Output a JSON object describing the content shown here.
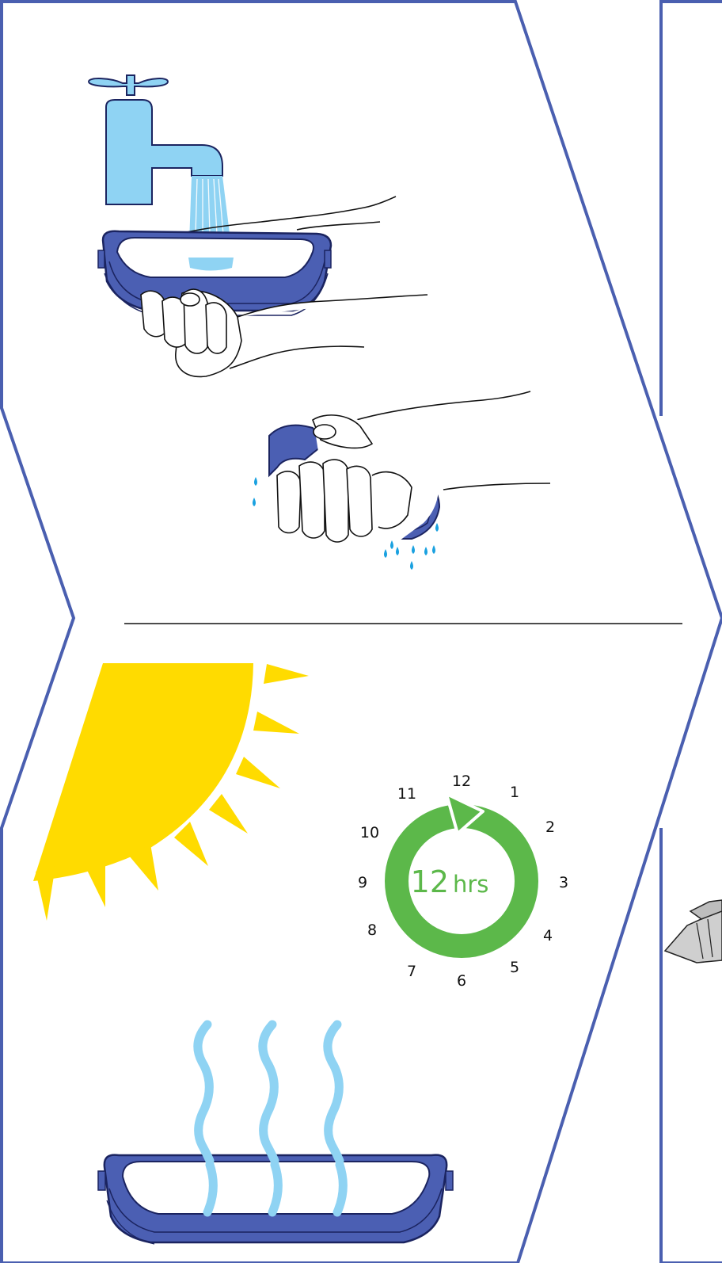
{
  "colors": {
    "frame": "#4a5fb0",
    "pad_fill": "#4b5fb3",
    "pad_dark": "#1b2460",
    "water": "#8fd3f3",
    "water_drop": "#1aa1e0",
    "sun": "#ffdb00",
    "clock_green": "#5cb84a",
    "skin_stroke": "#111111"
  },
  "icons": [
    "faucet-icon",
    "water-stream-icon",
    "hand-icon",
    "water-drop-icon",
    "sun-icon",
    "clock-cycle-icon",
    "steam-icon",
    "filter-pad-icon"
  ],
  "clock": {
    "numbers": [
      "12",
      "1",
      "2",
      "3",
      "4",
      "5",
      "6",
      "7",
      "8",
      "9",
      "10",
      "11"
    ],
    "center_value": "12",
    "center_unit": "hrs"
  }
}
